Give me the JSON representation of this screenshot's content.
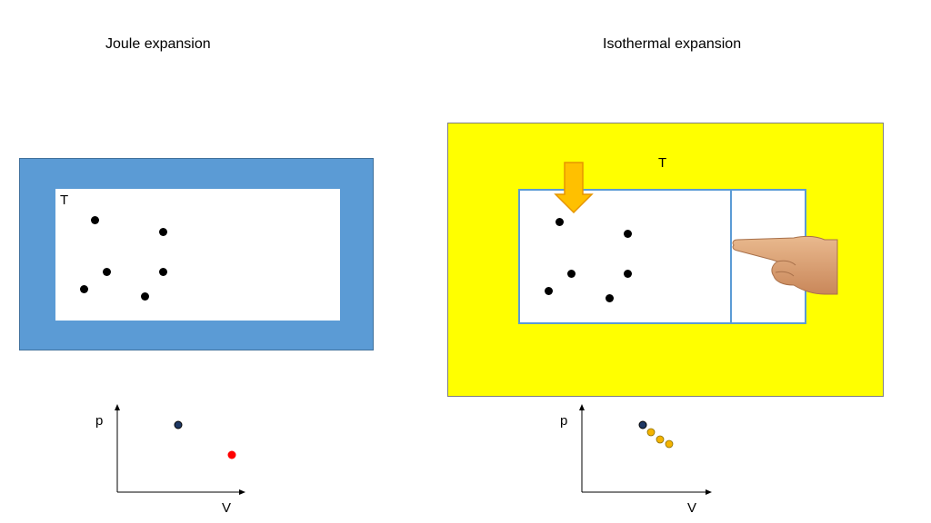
{
  "joule": {
    "title": "Joule expansion",
    "temperature_label": "T",
    "pv": {
      "p_label": "p",
      "v_label": "V",
      "start_color": "#1f3864",
      "end_color": "#ff0000"
    }
  },
  "isothermal": {
    "title": "Isothermal expansion",
    "temperature_label": "T",
    "pv": {
      "p_label": "p",
      "v_label": "V",
      "start_color": "#1f3864",
      "path_color": "#f4b400"
    }
  },
  "colors": {
    "joule_wall": "#5b9bd5",
    "heat_bath": "#ffff00",
    "arrow": "#ffc000"
  }
}
